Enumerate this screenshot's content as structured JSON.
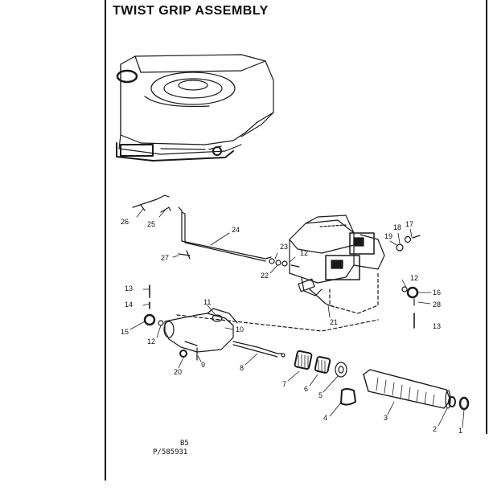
{
  "diagram": {
    "title": "TWIST GRIP ASSEMBLY",
    "drawing_code": "B5",
    "part_number": "P/585931"
  },
  "callouts": {
    "1": "1",
    "2": "2",
    "3": "3",
    "4": "4",
    "5": "5",
    "6": "6",
    "7": "7",
    "8": "8",
    "9": "9",
    "10": "10",
    "11": "11",
    "12": "12",
    "13": "13",
    "14": "14",
    "15": "15",
    "16": "16",
    "17": "17",
    "18": "18",
    "19": "19",
    "20": "20",
    "21": "21",
    "22": "22",
    "23": "23",
    "24": "24",
    "25": "25",
    "26": "26",
    "27": "27",
    "28": "28"
  }
}
